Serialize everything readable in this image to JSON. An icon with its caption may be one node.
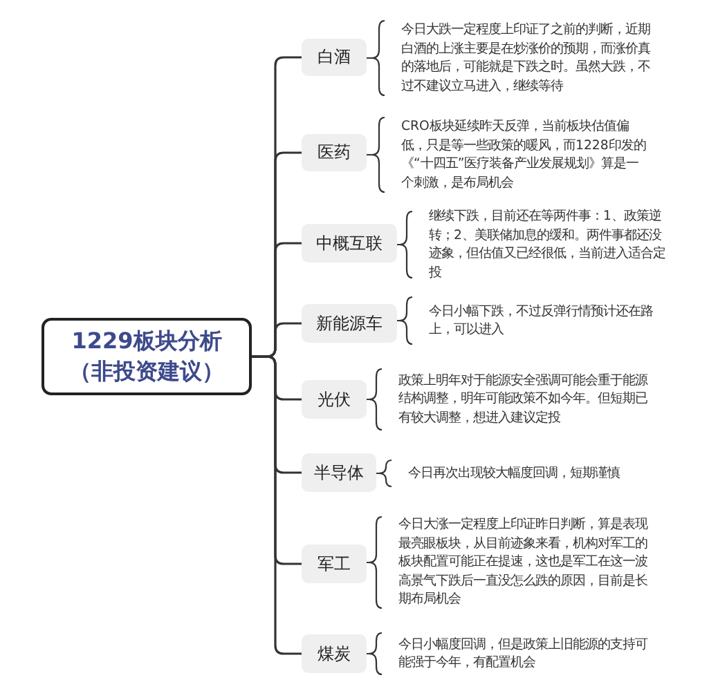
{
  "diagram": {
    "nodes": [
      {
        "text": [
          "1229板块分析（非投资建议）"
        ]
      },
      {
        "text": [
          "白酒"
        ]
      },
      {
        "text": [
          "今日大跌一定程度上印证了之前的判断，近期白酒的上涨主要是在炒涨价的预期，而涨价真的落地后，可能就是下跌之时。虽然大跌，不过不建议立马进入，继续等待"
        ]
      },
      {
        "text": [
          "医药"
        ]
      },
      {
        "text": [
          "CRO板块延续昨天反弹，当前板块估值偏低，只是等一些政策的暖风，而1228印发的《“十四五”医疗装备产业发展规划》算是一个刺激，是布局机会"
        ]
      },
      {
        "text": [
          "中概互联"
        ]
      },
      {
        "text": [
          "继续下跌，目前还在等两件事：1、政策逆转；2、美联储加息的缓和。两件事都还没迹象，但估值又已经很低，当前进入适合定投"
        ]
      },
      {
        "text": [
          "新能源车"
        ]
      },
      {
        "text": [
          "今日小幅下跌，不过反弹行情预计还在路上，可以进入"
        ]
      },
      {
        "text": [
          "光伏"
        ]
      },
      {
        "text": [
          "政策上明年对于能源安全强调可能会重于能源结构调整，明年可能政策不如今年。但短期已有较大调整，想进入建议定投"
        ]
      },
      {
        "text": [
          "半导体"
        ]
      },
      {
        "text": [
          "今日再次出现较大幅度回调，短期谨慎"
        ]
      },
      {
        "text": [
          "军工"
        ]
      },
      {
        "text": [
          "今日大涨一定程度上印证昨日判断，算是表现最亮眼板块，从目前迹象来看，机构对军工的板块配置可能正在提速，这也是军工在这一波高景气下跌后一直没怎么跌的原因，目前是长期布局机会"
        ]
      },
      {
        "text": [
          "煤炭"
        ]
      },
      {
        "text": [
          "今日小幅度回调，但是政策上旧能源的支持可能强于今年，有配置机会"
        ]
      }
    ],
    "edges": [
      {
        "from": 0,
        "to": 1,
        "arrow": "none"
      },
      {
        "from": 0,
        "to": 3,
        "arrow": "none"
      },
      {
        "from": 0,
        "to": 5,
        "arrow": "none"
      },
      {
        "from": 0,
        "to": 7,
        "arrow": "none"
      },
      {
        "from": 0,
        "to": 9,
        "arrow": "none"
      },
      {
        "from": 0,
        "to": 11,
        "arrow": "none"
      },
      {
        "from": 0,
        "to": 13,
        "arrow": "none"
      },
      {
        "from": 0,
        "to": 15,
        "arrow": "none"
      },
      {
        "from": 1,
        "to": 2,
        "arrow": "none"
      },
      {
        "from": 3,
        "to": 4,
        "arrow": "none"
      },
      {
        "from": 5,
        "to": 6,
        "arrow": "none"
      },
      {
        "from": 7,
        "to": 8,
        "arrow": "none"
      },
      {
        "from": 9,
        "to": 10,
        "arrow": "none"
      },
      {
        "from": 11,
        "to": 12,
        "arrow": "none"
      },
      {
        "from": 13,
        "to": 14,
        "arrow": "none"
      },
      {
        "from": 15,
        "to": 16,
        "arrow": "none"
      }
    ]
  }
}
